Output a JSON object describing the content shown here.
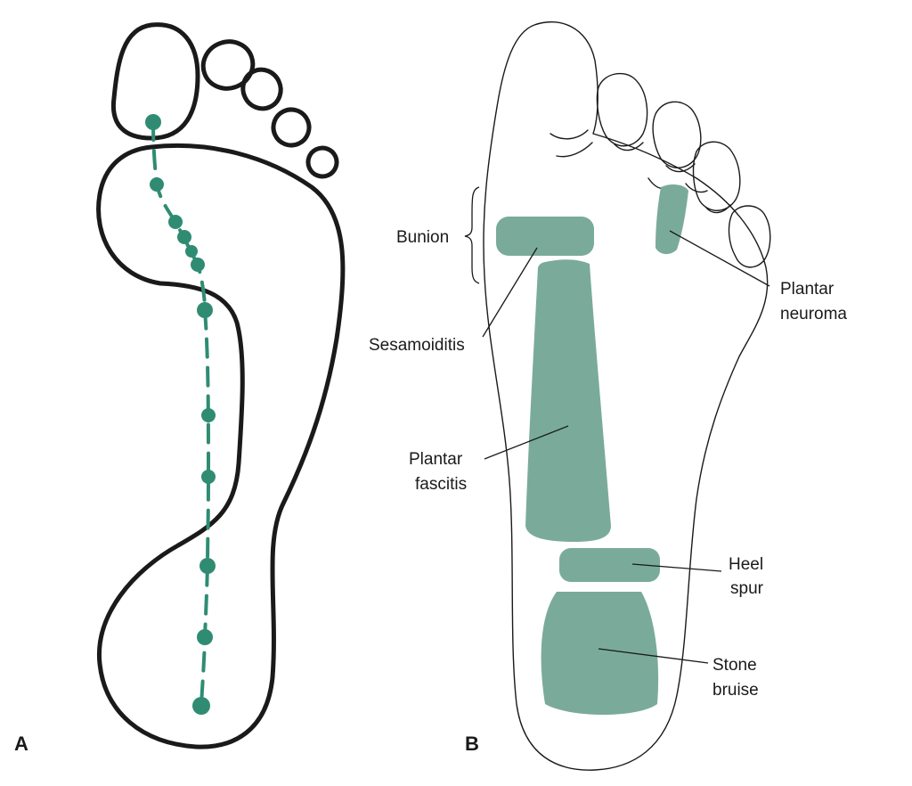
{
  "panels": {
    "a_label": "A",
    "b_label": "B"
  },
  "labels": {
    "bunion": "Bunion",
    "sesamoiditis": "Sesamoiditis",
    "plantar_fascitis_1": "Plantar",
    "plantar_fascitis_2": "fascitis",
    "plantar_neuroma_1": "Plantar",
    "plantar_neuroma_2": "neuroma",
    "heel_spur_1": "Heel",
    "heel_spur_2": "spur",
    "stone_bruise_1": "Stone",
    "stone_bruise_2": "bruise"
  },
  "colors": {
    "outline": "#1a1a1a",
    "zone_fill": "#7aab9a",
    "gait_path": "#2f8c73"
  }
}
